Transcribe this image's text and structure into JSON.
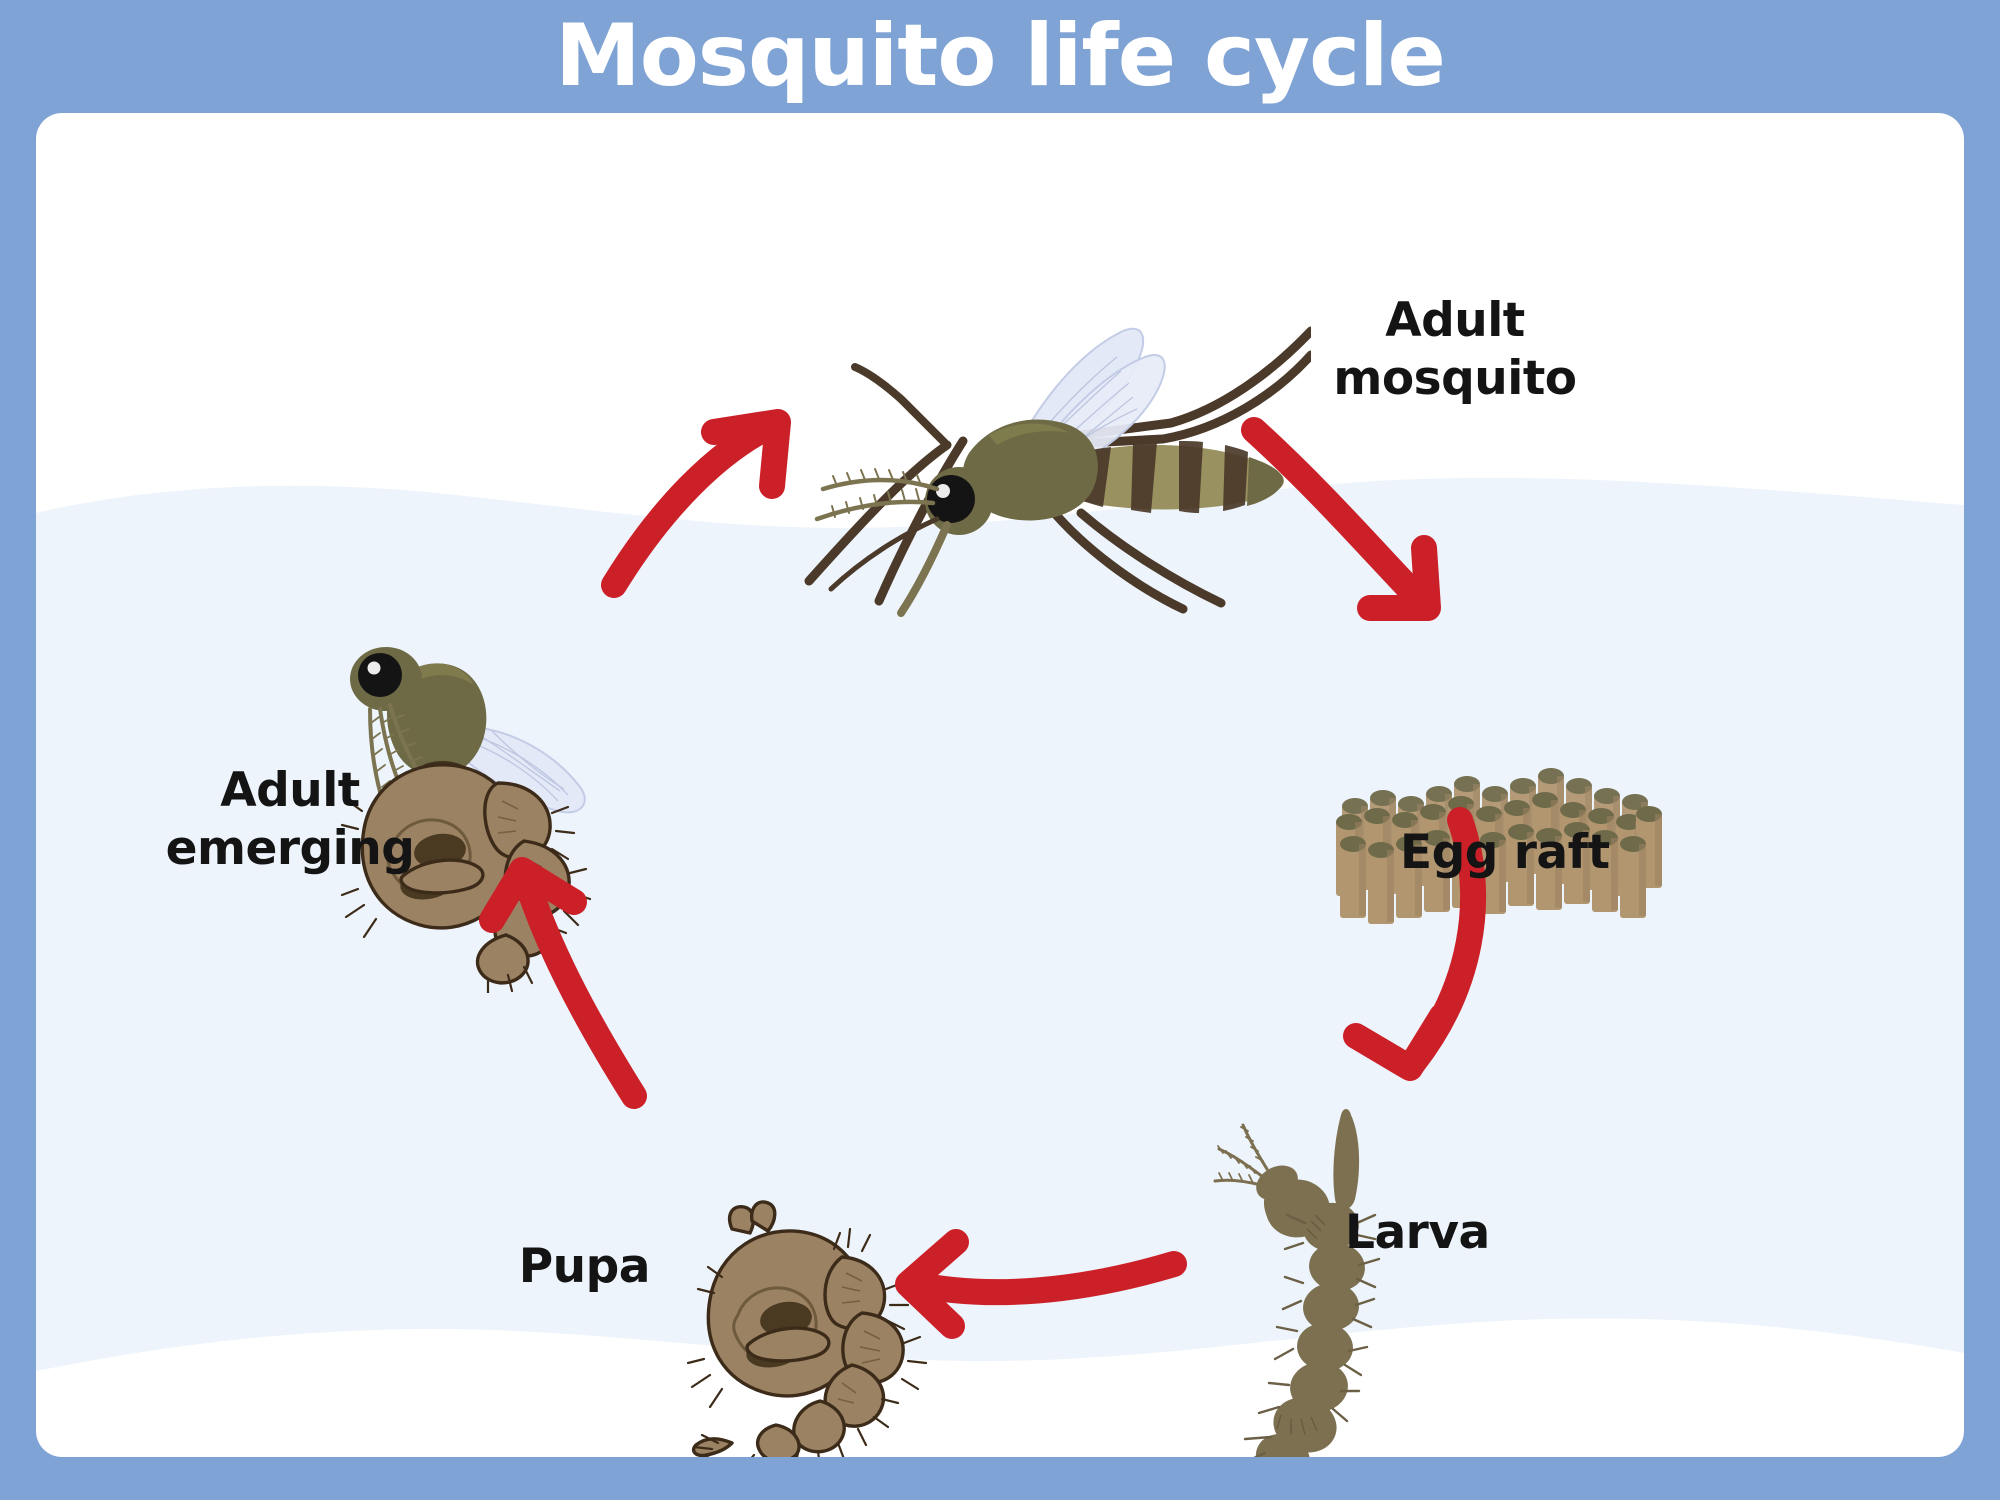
{
  "page": {
    "title": "Mosquito life cycle",
    "frame_color": "#7FA3D4",
    "card_color": "#FFFFFF",
    "water_color": "#EDF4FB",
    "title_color": "#FFFFFF",
    "label_color": "#141414",
    "arrow_color": "#CC2029"
  },
  "diagram": {
    "type": "cycle",
    "direction": "clockwise",
    "stages": [
      {
        "id": "adult-mosquito",
        "label": "Adult\nmosquito",
        "order": 1,
        "habitat": "air",
        "art": "adult-mosquito-illustration"
      },
      {
        "id": "egg-raft",
        "label": "Egg raft",
        "order": 2,
        "habitat": "water-surface",
        "art": "egg-raft-illustration"
      },
      {
        "id": "larva",
        "label": "Larva",
        "order": 3,
        "habitat": "water",
        "art": "larva-illustration"
      },
      {
        "id": "pupa",
        "label": "Pupa",
        "order": 4,
        "habitat": "water",
        "art": "pupa-illustration"
      },
      {
        "id": "adult-emerging",
        "label": "Adult\nemerging",
        "order": 5,
        "habitat": "water-surface",
        "art": "adult-emerging-illustration"
      }
    ],
    "arrows": [
      {
        "id": "arrow-adult-to-egg",
        "from": "adult-mosquito",
        "to": "egg-raft",
        "shape": "curve-down-right"
      },
      {
        "id": "arrow-egg-to-larva",
        "from": "egg-raft",
        "to": "larva",
        "shape": "curve-down"
      },
      {
        "id": "arrow-larva-to-pupa",
        "from": "larva",
        "to": "pupa",
        "shape": "curve-left"
      },
      {
        "id": "arrow-pupa-to-emerging",
        "from": "pupa",
        "to": "adult-emerging",
        "shape": "curve-up"
      },
      {
        "id": "arrow-emerging-to-adult",
        "from": "adult-emerging",
        "to": "adult-mosquito",
        "shape": "curve-up-right"
      }
    ]
  },
  "palette": {
    "egg_body": "#B19670",
    "egg_top": "#6F6B4A",
    "larva_body": "#7C7050",
    "pupa_body": "#9B8263",
    "pupa_outline": "#3D2B1A",
    "mosquito_thorax": "#6E6A45",
    "mosquito_leg": "#4B3A2A",
    "wing": "#E4E9F7"
  }
}
